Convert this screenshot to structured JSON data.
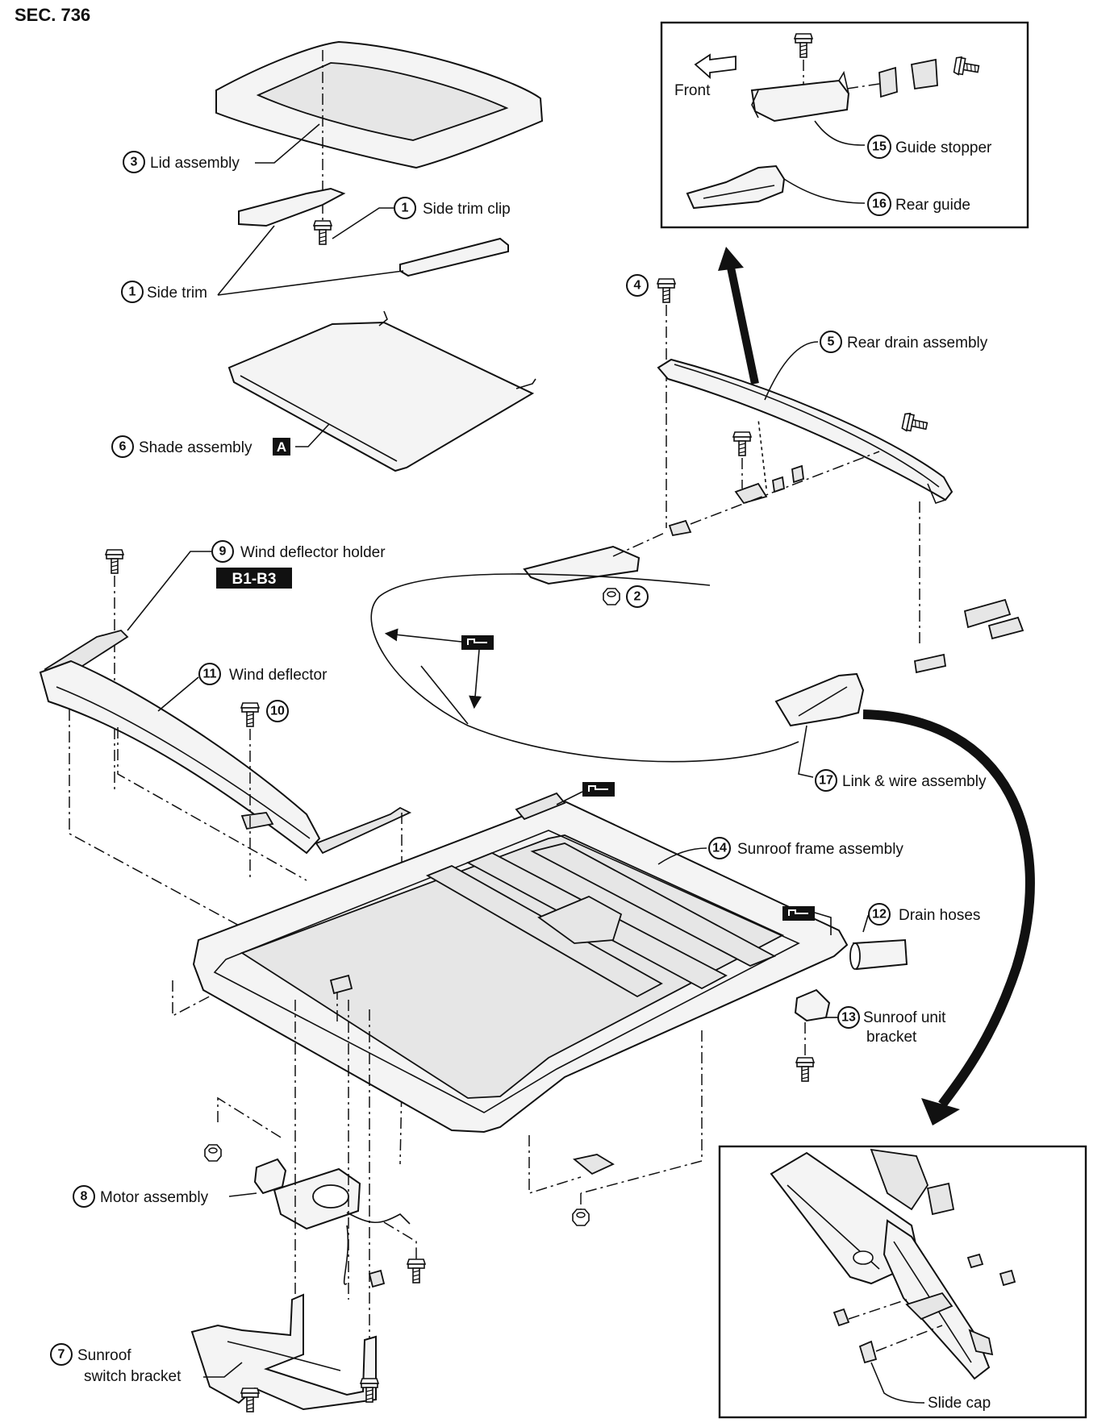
{
  "section": "SEC. 736",
  "parts": {
    "p1a": {
      "num": "1",
      "name": "Side trim clip"
    },
    "p1b": {
      "num": "1",
      "name": "Side trim"
    },
    "p2": {
      "num": "2"
    },
    "p3": {
      "num": "3",
      "name": "Lid assembly"
    },
    "p4": {
      "num": "4"
    },
    "p5": {
      "num": "5",
      "name": "Rear drain assembly"
    },
    "p6": {
      "num": "6",
      "name": "Shade assembly",
      "badge": "A"
    },
    "p7": {
      "num": "7",
      "name_line1": "Sunroof",
      "name_line2": "switch bracket"
    },
    "p8": {
      "num": "8",
      "name": "Motor assembly"
    },
    "p9": {
      "num": "9",
      "name": "Wind deflector holder",
      "badge": "B1-B3"
    },
    "p10": {
      "num": "10"
    },
    "p11": {
      "num": "11",
      "name": "Wind deflector"
    },
    "p12": {
      "num": "12",
      "name": "Drain hoses"
    },
    "p13": {
      "num": "13",
      "name_line1": "Sunroof unit",
      "name_line2": "bracket"
    },
    "p14": {
      "num": "14",
      "name": "Sunroof frame assembly"
    },
    "p15": {
      "num": "15",
      "name": "Guide stopper"
    },
    "p16": {
      "num": "16",
      "name": "Rear guide"
    },
    "p17": {
      "num": "17",
      "name": "Link & wire assembly"
    }
  },
  "detail_top": {
    "direction_label": "Front"
  },
  "detail_bottom": {
    "slide_cap_label": "Slide cap"
  },
  "icons": [
    "grease-icon",
    "bolt-icon",
    "nut-icon",
    "direction-arrow-icon"
  ]
}
